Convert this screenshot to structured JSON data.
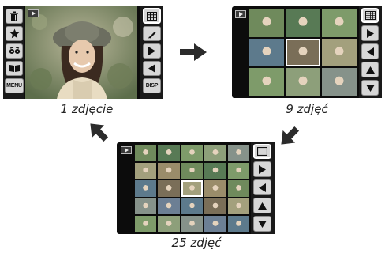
{
  "views": [
    {
      "caption": "1 zdjęcie"
    },
    {
      "caption": "9 zdjęć"
    },
    {
      "caption": "25 zdjęć"
    }
  ],
  "buttons": {
    "menu_label": "MENU",
    "disp_label": "DISP"
  },
  "icons": {
    "left_column": [
      "trash-icon",
      "star-icon",
      "red-eye-icon",
      "album-book-icon",
      "menu"
    ],
    "right_column_single": [
      "grid-view-icon",
      "edit-pencil-icon",
      "play-right-icon",
      "play-left-icon",
      "disp"
    ],
    "right_column_grid": [
      "view-toggle-icon",
      "right-arrow-icon",
      "left-arrow-icon",
      "up-arrow-icon",
      "down-arrow-icon"
    ]
  }
}
